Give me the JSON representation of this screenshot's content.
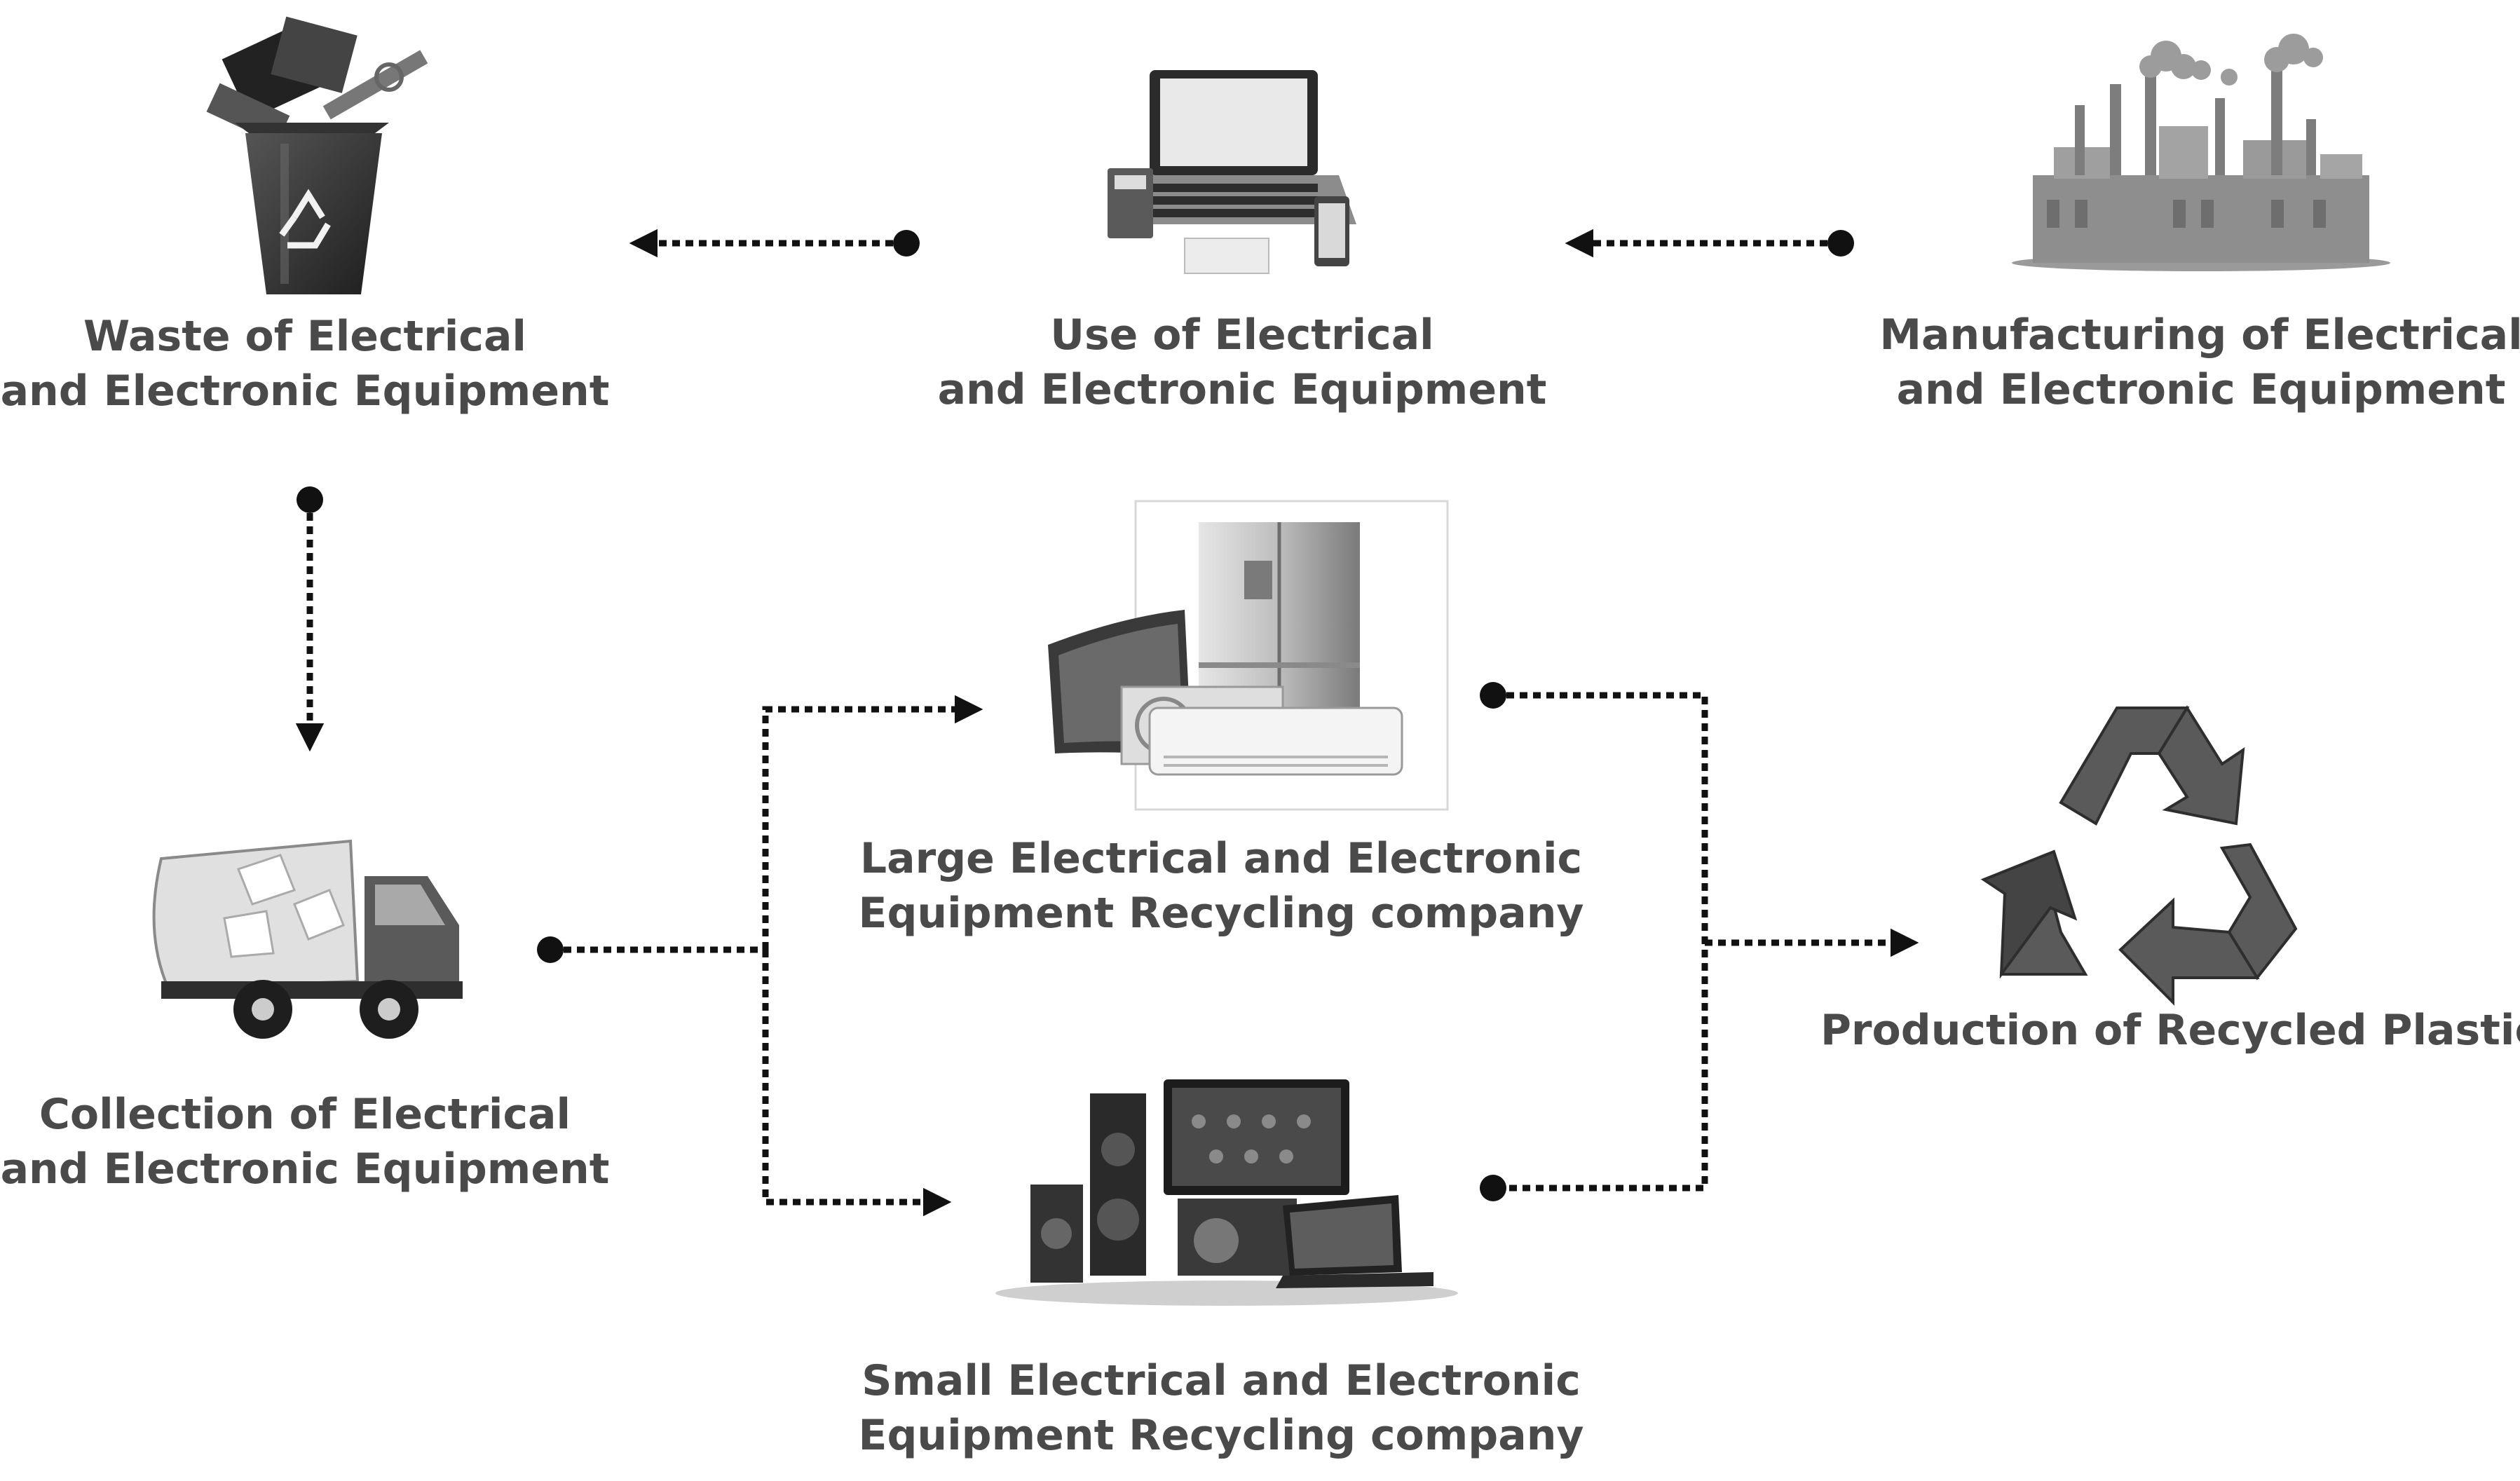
{
  "nodes": {
    "waste": {
      "line1": "Waste of Electrical",
      "line2": "and Electronic Equipment",
      "icon": "recycle-bin-icon"
    },
    "use": {
      "line1": "Use of Electrical",
      "line2": "and Electronic Equipment",
      "icon": "laptop-devices-icon"
    },
    "manufacturing": {
      "line1": "Manufacturing of Electrical",
      "line2": "and Electronic Equipment",
      "icon": "factory-icon"
    },
    "collection": {
      "line1": "Collection of Electrical",
      "line2": "and Electronic Equipment",
      "icon": "garbage-truck-icon"
    },
    "large": {
      "line1": "Large Electrical and Electronic",
      "line2": "Equipment Recycling company",
      "icon": "large-appliances-icon"
    },
    "small": {
      "line1": "Small Electrical and Electronic",
      "line2": "Equipment Recycling company",
      "icon": "small-electronics-icon"
    },
    "production": {
      "line1": "Production of Recycled Plastic",
      "icon": "recycle-symbol-icon"
    }
  },
  "colors": {
    "label": "#4a4a4a",
    "arrow": "#111111",
    "icon_dark": "#3a3a3a",
    "icon_mid": "#8a8a8a",
    "icon_light": "#cfcfcf"
  }
}
